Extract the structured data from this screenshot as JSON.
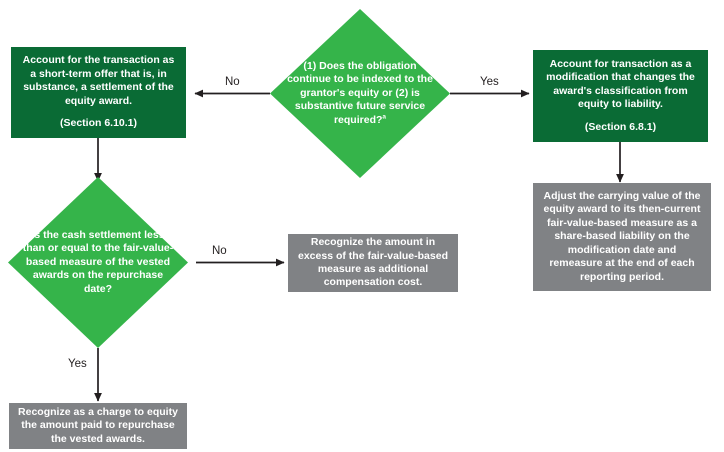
{
  "diagram": {
    "type": "flowchart",
    "title": "",
    "colors": {
      "decision_green": "#35b44a",
      "action_dark_green": "#0a6b35",
      "action_gray": "#808285",
      "connector": "#231f20",
      "text": "#ffffff",
      "label_text": "#231f20",
      "background": "#ffffff"
    },
    "nodes": {
      "decision_obligation": {
        "shape": "diamond",
        "color": "#35b44a",
        "text": "(1) Does the obligation continue to be indexed to the grantor's equity or (2) is substantive future service required?",
        "footnote_marker": "a"
      },
      "action_short_term_offer": {
        "shape": "rectangle",
        "color": "#0a6b35",
        "text": "Account for the transaction as a short-term offer that is, in substance, a settlement of the equity award.",
        "section": "(Section 6.10.1)"
      },
      "action_modification": {
        "shape": "rectangle",
        "color": "#0a6b35",
        "text": "Account for transaction as a modification that changes the award's classification from equity to liability.",
        "section": "(Section 6.8.1)"
      },
      "action_adjust_carrying_value": {
        "shape": "rectangle",
        "color": "#808285",
        "text": "Adjust the carrying value of the equity award to its then-current fair-value-based measure as a share-based liability on the modification date and remeasure at the end of each reporting period.",
        "section": ""
      },
      "decision_cash_settlement": {
        "shape": "diamond",
        "color": "#35b44a",
        "text": "Is the cash settlement less than or equal to the fair-value-based measure of the vested awards on the repurchase date?",
        "footnote_marker": ""
      },
      "action_recognize_excess": {
        "shape": "rectangle",
        "color": "#808285",
        "text": "Recognize the amount in excess of the fair-value-based measure as additional compensation cost.",
        "section": ""
      },
      "action_recognize_charge_equity": {
        "shape": "rectangle",
        "color": "#808285",
        "text": "Recognize as a charge to equity the amount paid to repurchase the vested awards.",
        "section": ""
      }
    },
    "edges": [
      {
        "from": "decision_obligation",
        "to": "action_short_term_offer",
        "label": "No",
        "direction": "left"
      },
      {
        "from": "decision_obligation",
        "to": "action_modification",
        "label": "Yes",
        "direction": "right"
      },
      {
        "from": "action_modification",
        "to": "action_adjust_carrying_value",
        "label": "",
        "direction": "down"
      },
      {
        "from": "action_short_term_offer",
        "to": "decision_cash_settlement",
        "label": "",
        "direction": "down"
      },
      {
        "from": "decision_cash_settlement",
        "to": "action_recognize_excess",
        "label": "No",
        "direction": "right"
      },
      {
        "from": "decision_cash_settlement",
        "to": "action_recognize_charge_equity",
        "label": "Yes",
        "direction": "down"
      }
    ]
  }
}
